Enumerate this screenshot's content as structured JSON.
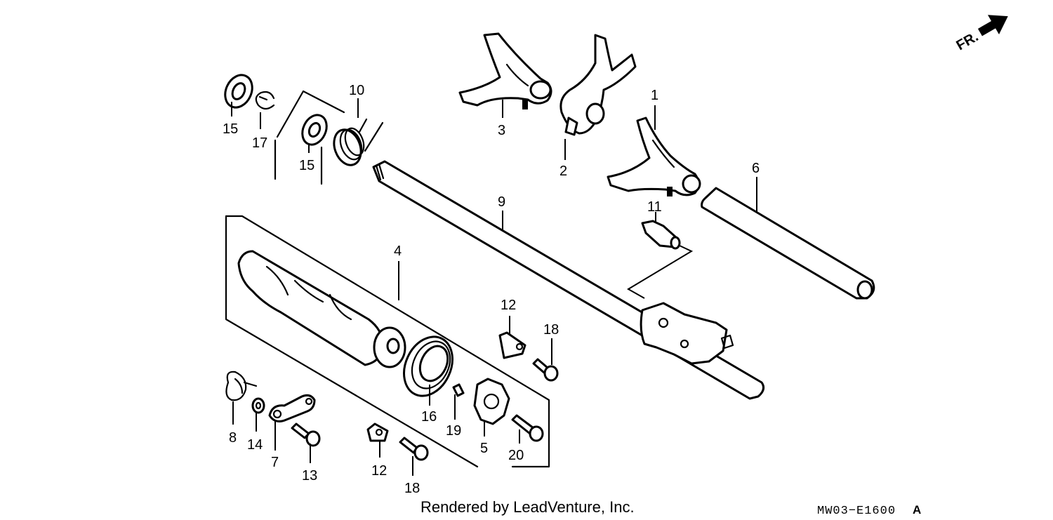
{
  "diagram": {
    "callouts": {
      "p1": "1",
      "p2": "2",
      "p3": "3",
      "p4": "4",
      "p5": "5",
      "p6": "6",
      "p7": "7",
      "p8": "8",
      "p9": "9",
      "p10": "10",
      "p11": "11",
      "p12a": "12",
      "p12b": "12",
      "p13": "13",
      "p14": "14",
      "p15a": "15",
      "p15b": "15",
      "p16": "16",
      "p17": "17",
      "p18a": "18",
      "p18b": "18",
      "p19": "19",
      "p20": "20"
    },
    "direction_label": "FR.",
    "credit": "Rendered by LeadVenture, Inc.",
    "diagram_code": "MW03−E1600",
    "diagram_code_suffix": "A"
  }
}
